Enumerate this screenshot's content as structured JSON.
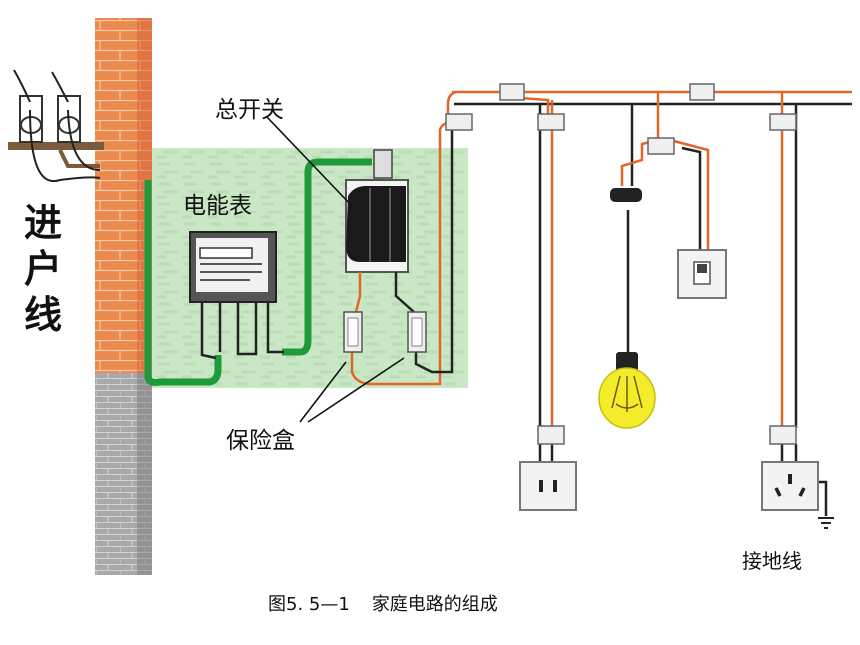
{
  "labels": {
    "incoming_line": [
      "进",
      "户",
      "线"
    ],
    "energy_meter": "电能表",
    "main_switch": "总开关",
    "fuse_box": "保险盒",
    "ground_wire": "接地线"
  },
  "caption": {
    "figure_number": "图5. 5—1",
    "title": "家庭电路的组成"
  },
  "colors": {
    "live_wire": "#e2652a",
    "neutral_wire": "#222222",
    "ground_wire_green": "#1f9a3a",
    "brick": "#e8834a",
    "panel_background": "#c8e6c4",
    "bulb": "#f4ec2a"
  },
  "icons": [
    "insulator-icon",
    "energy-meter-icon",
    "main-switch-icon",
    "fuse-box-icon",
    "terminal-block-icon",
    "lamp-holder-icon",
    "light-bulb-icon",
    "wall-switch-icon",
    "two-pin-socket-icon",
    "three-pin-socket-icon",
    "ground-symbol-icon"
  ]
}
